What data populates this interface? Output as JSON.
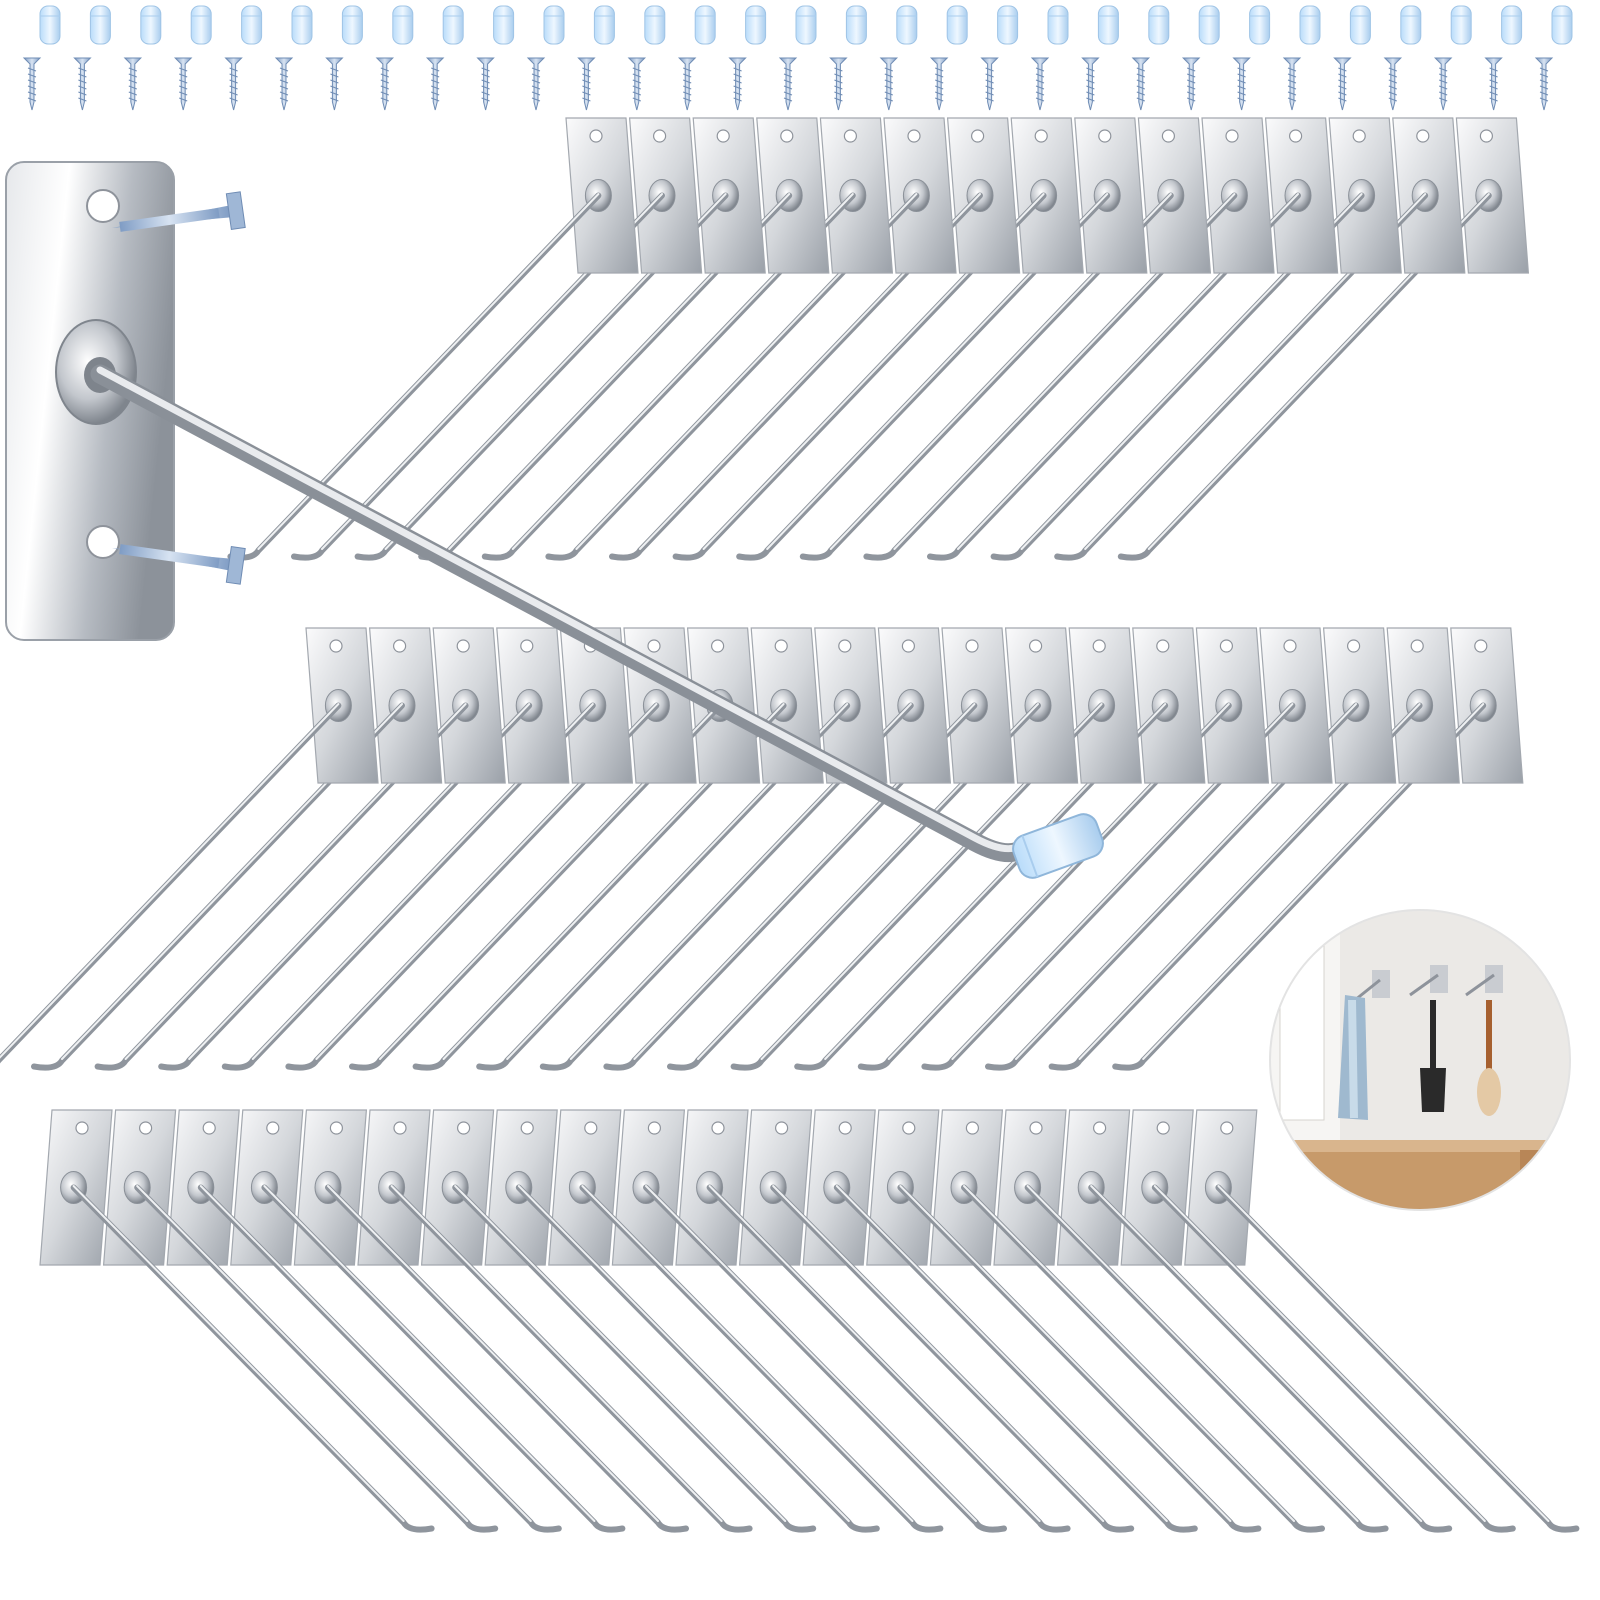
{
  "colors": {
    "background": "#ffffff",
    "steel_light": "#f2f3f5",
    "steel_mid": "#c9ccd1",
    "steel_dark": "#8e939b",
    "cap_blue": "#cfe6fb",
    "screw_blue": "#9fb7d6",
    "inset_wall": "#e9e7e4",
    "inset_cabinet": "#c79a6a"
  },
  "product": {
    "item": "wall-mount-hook",
    "rows": [
      {
        "name": "top",
        "count": 15
      },
      {
        "name": "middle",
        "count": 19
      },
      {
        "name": "bottom",
        "count": 19
      }
    ],
    "hardware": {
      "caps": 31,
      "screws": 31
    }
  },
  "inset": {
    "scene": "kitchen-wall-usage",
    "hung_items": [
      "towel-icon",
      "spatula-icon",
      "brush-icon"
    ]
  },
  "icons": [
    "screw-icon",
    "end-cap-icon",
    "hook-icon",
    "mount-plate-icon"
  ]
}
